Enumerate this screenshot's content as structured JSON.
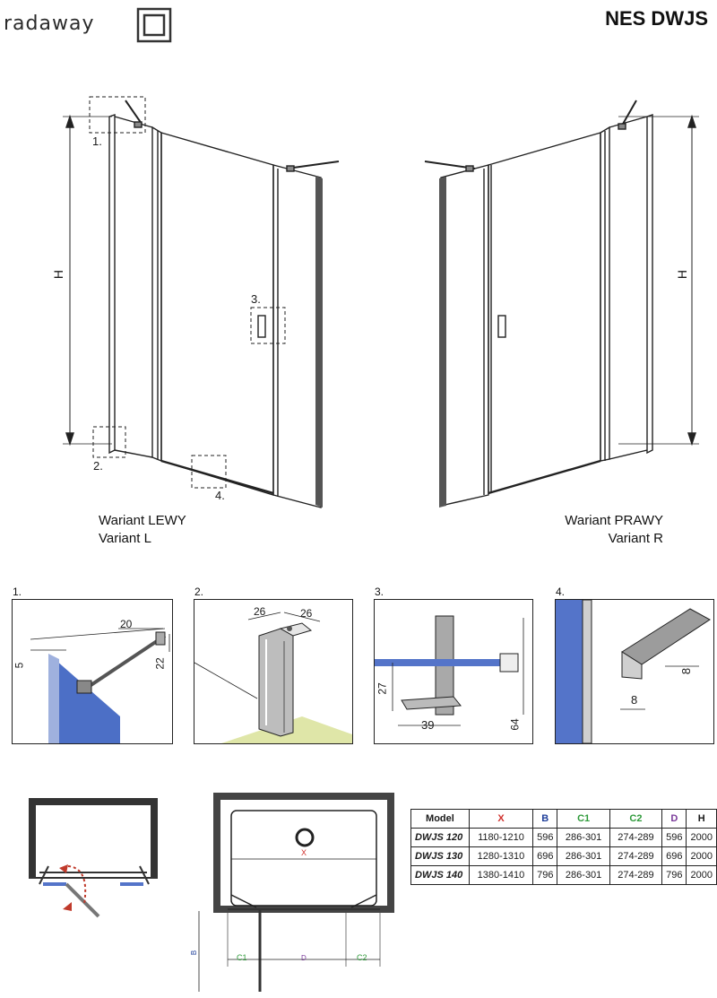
{
  "header": {
    "brand": "radaway",
    "model": "NES DWJS"
  },
  "drawing": {
    "dimension_height_label": "H",
    "callouts": [
      "1.",
      "2.",
      "3.",
      "4."
    ],
    "variant_left": {
      "line1": "Wariant LEWY",
      "line2": "Variant L"
    },
    "variant_right": {
      "line1": "Wariant PRAWY",
      "line2": "Variant R"
    }
  },
  "details": [
    {
      "number": "1.",
      "dims": [
        "20",
        "5",
        "22"
      ]
    },
    {
      "number": "2.",
      "dims": [
        "26",
        "26"
      ]
    },
    {
      "number": "3.",
      "dims": [
        "27",
        "39",
        "64"
      ]
    },
    {
      "number": "4.",
      "dims": [
        "8",
        "8"
      ]
    }
  ],
  "plan": {
    "labels": {
      "x": "X",
      "b": "B",
      "c1": "C1",
      "d": "D",
      "c2": "C2"
    }
  },
  "table": {
    "headers": [
      {
        "label": "Model",
        "color": "#111111"
      },
      {
        "label": "X",
        "color": "#d0312d"
      },
      {
        "label": "B",
        "color": "#1f3f9a"
      },
      {
        "label": "C1",
        "color": "#2e9a3a"
      },
      {
        "label": "C2",
        "color": "#2e9a3a"
      },
      {
        "label": "D",
        "color": "#7a3a9a"
      },
      {
        "label": "H",
        "color": "#111111"
      }
    ],
    "rows": [
      [
        "DWJS 120",
        "1180-1210",
        "596",
        "286-301",
        "274-289",
        "596",
        "2000"
      ],
      [
        "DWJS 130",
        "1280-1310",
        "696",
        "286-301",
        "274-289",
        "696",
        "2000"
      ],
      [
        "DWJS 140",
        "1380-1410",
        "796",
        "286-301",
        "274-289",
        "796",
        "2000"
      ]
    ]
  }
}
